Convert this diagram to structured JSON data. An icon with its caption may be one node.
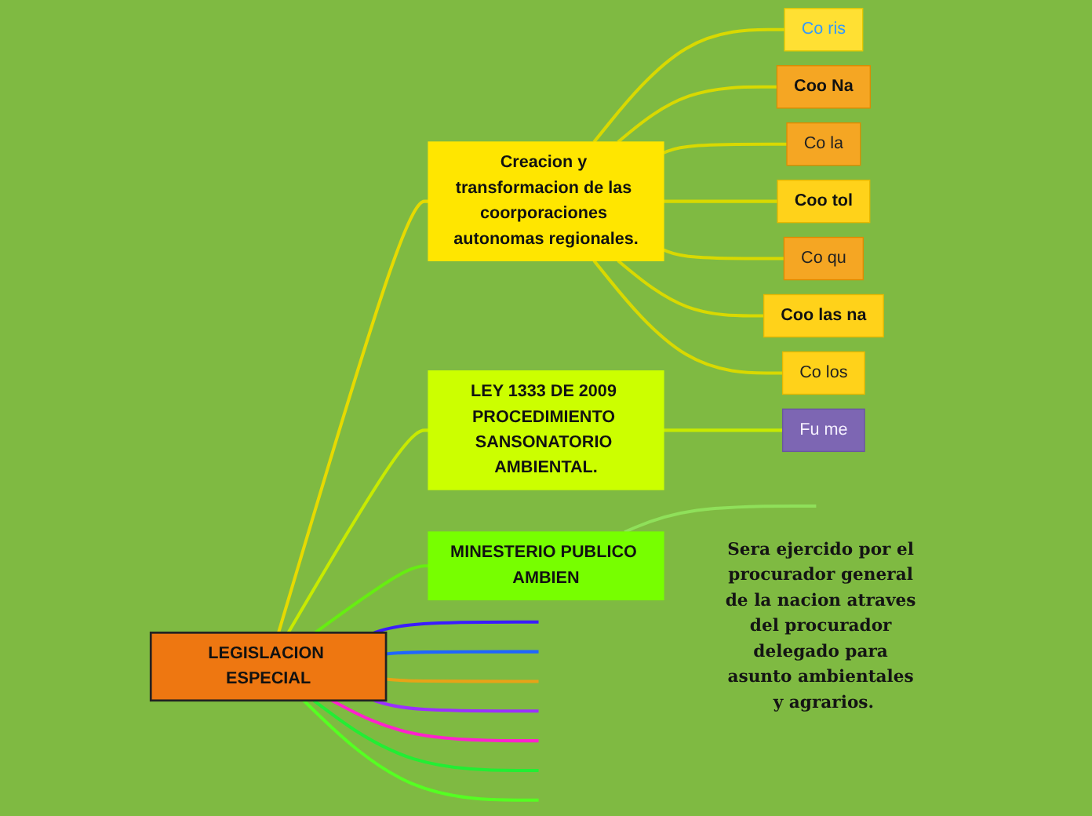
{
  "diagram": {
    "nodes": [
      {
        "text": [
          "LEGISLACION ESPECIAL"
        ]
      },
      {
        "text": [
          "Creacion y transformacion de las coorporaciones autonomas regionales."
        ]
      },
      {
        "text": [
          "Co ris"
        ]
      },
      {
        "text": [
          "Coo Na"
        ]
      },
      {
        "text": [
          "Co la"
        ]
      },
      {
        "text": [
          "Coo tol"
        ]
      },
      {
        "text": [
          "Co qu"
        ]
      },
      {
        "text": [
          "Coo las na"
        ]
      },
      {
        "text": [
          "Co los"
        ]
      },
      {
        "text": [
          "LEY 1333 DE 2009 PROCEDIMIENTO SANSONATORIO AMBIENTAL."
        ]
      },
      {
        "text": [
          "Fu me"
        ]
      },
      {
        "text": [
          "MINESTERIO PUBLICO AMBIEN"
        ],
        "beside": [
          "Sera ejercido por el procurador general de la nacion atraves del procurador delegado para asunto ambientales y agrarios."
        ]
      }
    ],
    "edges": [
      {
        "from": 0,
        "to": 1,
        "arrow": "none",
        "color": "#e6da00"
      },
      {
        "from": 1,
        "to": 2,
        "arrow": "none",
        "color": "#d9d900"
      },
      {
        "from": 1,
        "to": 3,
        "arrow": "none",
        "color": "#d9d900"
      },
      {
        "from": 1,
        "to": 4,
        "arrow": "none",
        "color": "#d9d900"
      },
      {
        "from": 1,
        "to": 5,
        "arrow": "none",
        "color": "#d9d900"
      },
      {
        "from": 1,
        "to": 6,
        "arrow": "none",
        "color": "#d9d900"
      },
      {
        "from": 1,
        "to": 7,
        "arrow": "none",
        "color": "#d9d900"
      },
      {
        "from": 1,
        "to": 8,
        "arrow": "none",
        "color": "#d9d900"
      },
      {
        "from": 0,
        "to": 9,
        "arrow": "none",
        "color": "#c8ea00"
      },
      {
        "from": 9,
        "to": 10,
        "arrow": "none",
        "color": "#c8ea00"
      },
      {
        "from": 0,
        "to": 11,
        "arrow": "none",
        "color": "#66ee11"
      },
      {
        "from": 11,
        "to": null,
        "arrow": "none",
        "color": "#8fe05a"
      },
      {
        "from": 0,
        "to": null,
        "arrow": "none",
        "color": "#3a1cff"
      },
      {
        "from": 0,
        "to": null,
        "arrow": "none",
        "color": "#1f66ff"
      },
      {
        "from": 0,
        "to": null,
        "arrow": "none",
        "color": "#e8a317"
      },
      {
        "from": 0,
        "to": null,
        "arrow": "none",
        "color": "#9b30ff"
      },
      {
        "from": 0,
        "to": null,
        "arrow": "none",
        "color": "#ff22cc"
      },
      {
        "from": 0,
        "to": null,
        "arrow": "none",
        "color": "#22ee33"
      },
      {
        "from": 0,
        "to": null,
        "arrow": "none",
        "color": "#55ff22"
      }
    ]
  }
}
